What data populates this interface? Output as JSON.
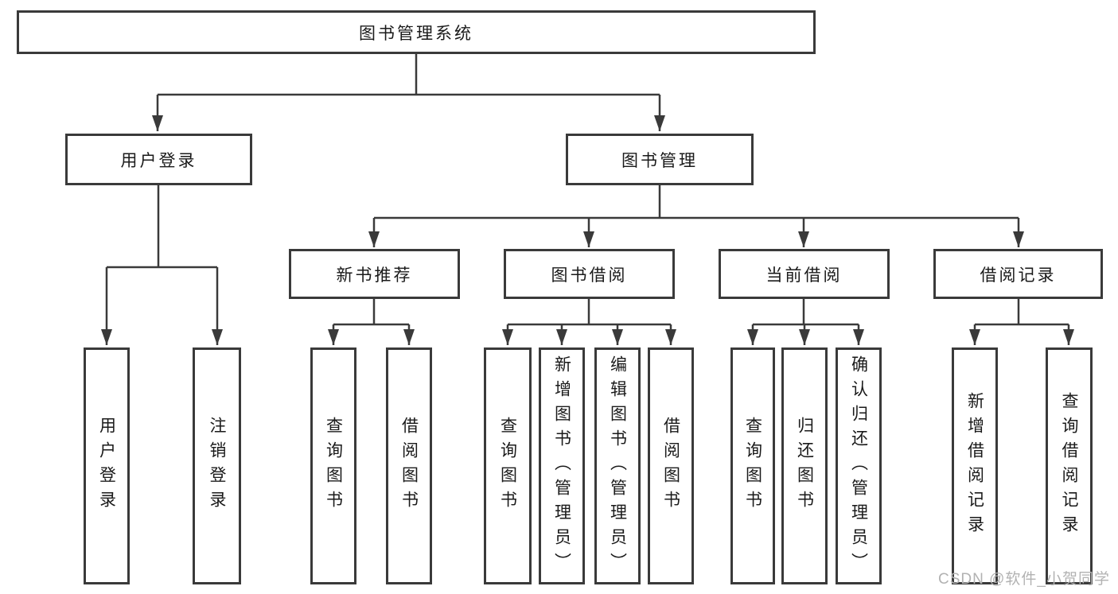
{
  "diagram": {
    "title": "图书管理系统",
    "level2": {
      "user_login": "用户登录",
      "book_management": "图书管理"
    },
    "level3": {
      "new_book_recommend": "新书推荐",
      "book_borrowing": "图书借阅",
      "current_borrowing": "当前借阅",
      "borrowing_records": "借阅记录"
    },
    "leaves": {
      "user_login": [
        "用户登录",
        "注销登录"
      ],
      "new_book_recommend": [
        "查询图书",
        "借阅图书"
      ],
      "book_borrowing": [
        "查询图书",
        "新增图书（管理员）",
        "编辑图书（管理员）",
        "借阅图书"
      ],
      "current_borrowing": [
        "查询图书",
        "归还图书",
        "确认归还（管理员）"
      ],
      "borrowing_records": [
        "新增借阅记录",
        "查询借阅记录"
      ]
    }
  },
  "watermark": "CSDN @软件_小贺同学",
  "colors": {
    "line": "#3a3a3a",
    "text": "#1a1a1a",
    "background": "#ffffff",
    "watermark": "#b2b2b2"
  }
}
